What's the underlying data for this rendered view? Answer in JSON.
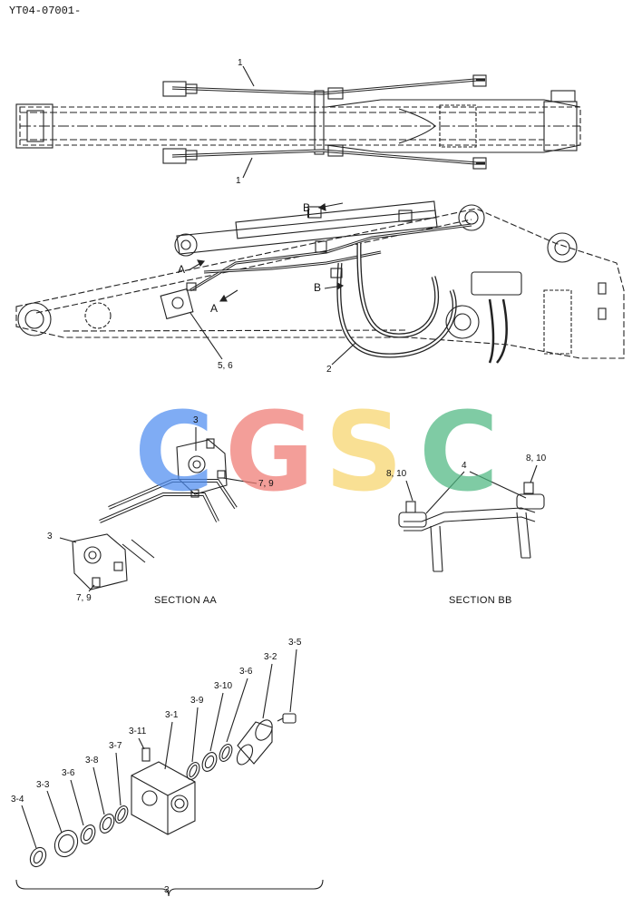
{
  "document_id": "YT04-07001-",
  "callouts": {
    "c1_top": "1",
    "c1_bottom": "1",
    "cA_top": "A",
    "cA_bottom": "A",
    "cB_top": "B",
    "cB_bottom": "B",
    "c56": "5, 6",
    "c2": "2",
    "aa_3_top": "3",
    "aa_79_top": "7, 9",
    "aa_3_left": "3",
    "aa_79_bottom": "7, 9",
    "bb_4": "4",
    "bb_810_left": "8, 10",
    "bb_810_right": "8, 10",
    "p3_5": "3-5",
    "p3_2": "3-2",
    "p3_6a": "3-6",
    "p3_10": "3-10",
    "p3_9": "3-9",
    "p3_1": "3-1",
    "p3_11": "3-11",
    "p3_7": "3-7",
    "p3_8": "3-8",
    "p3_6b": "3-6",
    "p3_3": "3-3",
    "p3_4": "3-4",
    "p3_group": "3"
  },
  "sections": {
    "aa": "SECTION AA",
    "bb": "SECTION BB"
  },
  "watermark": {
    "letters": [
      "C",
      "G",
      "S",
      "C"
    ],
    "colors": [
      "#4f8df0",
      "#ef7a72",
      "#f8d56c",
      "#4fb882"
    ]
  }
}
